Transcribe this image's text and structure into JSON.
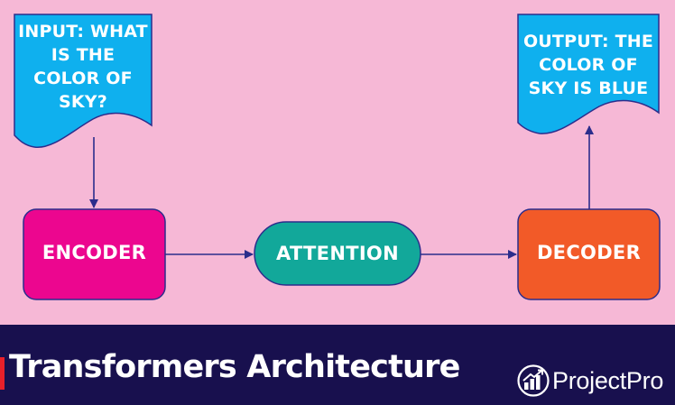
{
  "input_doc": {
    "lines": [
      "INPUT: WHAT",
      "IS THE",
      "COLOR OF",
      "SKY?"
    ]
  },
  "output_doc": {
    "lines": [
      "OUTPUT: THE",
      "COLOR OF",
      "SKY IS BLUE"
    ]
  },
  "nodes": {
    "encoder": "ENCODER",
    "attention": "ATTENTION",
    "decoder": "DECODER"
  },
  "footer": {
    "title": "Transformers Architecture",
    "brand": "ProjectPro"
  },
  "colors": {
    "background": "#f6b8d6",
    "document": "#0fb0ee",
    "encoder": "#ec068f",
    "attention": "#12a89a",
    "decoder": "#f25a28",
    "arrow": "#2b2d8c",
    "footer": "#18104e",
    "footer_marker": "#e8202a"
  },
  "icons": {
    "brand": "projectpro-logo-icon"
  }
}
